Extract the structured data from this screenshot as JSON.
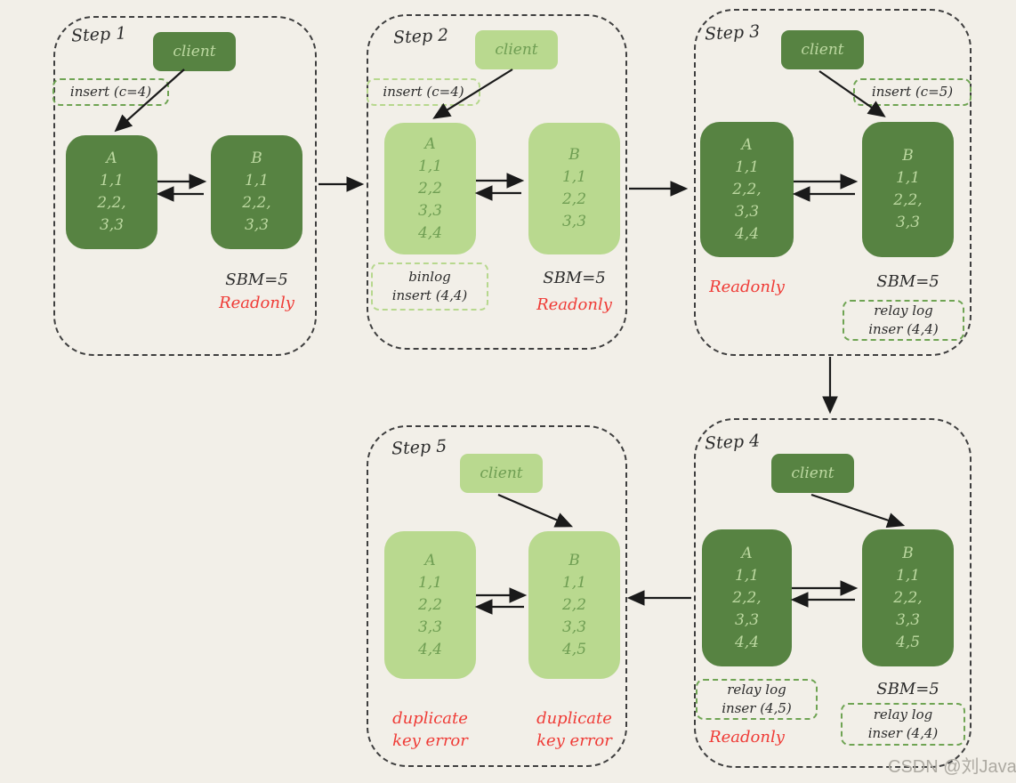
{
  "colors": {
    "background": "#F2EFE8",
    "dark_green": "#578342",
    "dark_green_text": "#BCD8A0",
    "light_green": "#B9D98F",
    "light_green_text": "#6F9E53",
    "tag_green": "#6FA453",
    "tag_green_pale": "#B7D88E",
    "container_dash": "#3F3F3F",
    "ink": "#2B2B2B",
    "red": "#EF3B36",
    "arrow": "#1A1A1A",
    "watermark": "#ADAAA2"
  },
  "steps": [
    {
      "label": "Step 1",
      "client": "client",
      "insert": "insert (c=4)",
      "nodeA": [
        "A",
        "1,1",
        "2,2,",
        "3,3"
      ],
      "nodeB": [
        "B",
        "1,1",
        "2,2,",
        "3,3"
      ],
      "sbm": "SBM=5",
      "readonly": "Readonly"
    },
    {
      "label": "Step 2",
      "client": "client",
      "insert": "insert (c=4)",
      "nodeA": [
        "A",
        "1,1",
        "2,2",
        "3,3",
        "4,4"
      ],
      "nodeB": [
        "B",
        "1,1",
        "2,2",
        "3,3"
      ],
      "binlog": [
        "binlog",
        "insert (4,4)"
      ],
      "sbm": "SBM=5",
      "readonly": "Readonly"
    },
    {
      "label": "Step 3",
      "client": "client",
      "insert": "insert (c=5)",
      "nodeA": [
        "A",
        "1,1",
        "2,2,",
        "3,3",
        "4,4"
      ],
      "nodeB": [
        "B",
        "1,1",
        "2,2,",
        "3,3"
      ],
      "readonly": "Readonly",
      "sbm": "SBM=5",
      "relayB": [
        "relay log",
        "inser (4,4)"
      ]
    },
    {
      "label": "Step 4",
      "client": "client",
      "nodeA": [
        "A",
        "1,1",
        "2,2,",
        "3,3",
        "4,4"
      ],
      "nodeB": [
        "B",
        "1,1",
        "2,2,",
        "3,3",
        "4,5"
      ],
      "relayA": [
        "relay log",
        "inser (4,5)"
      ],
      "readonly": "Readonly",
      "sbm": "SBM=5",
      "relayB": [
        "relay log",
        "inser (4,4)"
      ]
    },
    {
      "label": "Step 5",
      "client": "client",
      "nodeA": [
        "A",
        "1,1",
        "2,2",
        "3,3",
        "4,4"
      ],
      "nodeB": [
        "B",
        "1,1",
        "2,2",
        "3,3",
        "4,5"
      ],
      "dupA": [
        "duplicate",
        "key error"
      ],
      "dupB": [
        "duplicate",
        "key error"
      ]
    }
  ],
  "watermark": "CSDN @刘Java"
}
